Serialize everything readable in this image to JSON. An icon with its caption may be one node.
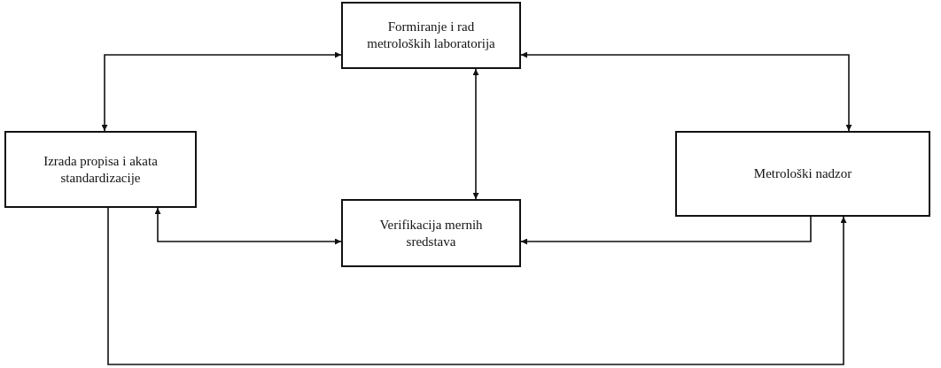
{
  "diagram": {
    "nodes": [
      {
        "text": [
          "Formiranje i rad metroloških laboratorija"
        ]
      },
      {
        "text": [
          "Izrada propisa i akata standardizacije"
        ]
      },
      {
        "text": [
          "Metrološki nadzor"
        ]
      },
      {
        "text": [
          "Verifikacija mernih sredstava"
        ]
      }
    ],
    "edges": [
      {
        "from": 1,
        "to": 0,
        "arrow": "both"
      },
      {
        "from": 0,
        "to": 2,
        "arrow": "both"
      },
      {
        "from": 0,
        "to": 3,
        "arrow": "both"
      },
      {
        "from": 1,
        "to": 3,
        "arrow": "both"
      },
      {
        "from": 2,
        "to": 3,
        "arrow": "to"
      },
      {
        "from": 1,
        "to": 2,
        "arrow": "to"
      }
    ]
  }
}
